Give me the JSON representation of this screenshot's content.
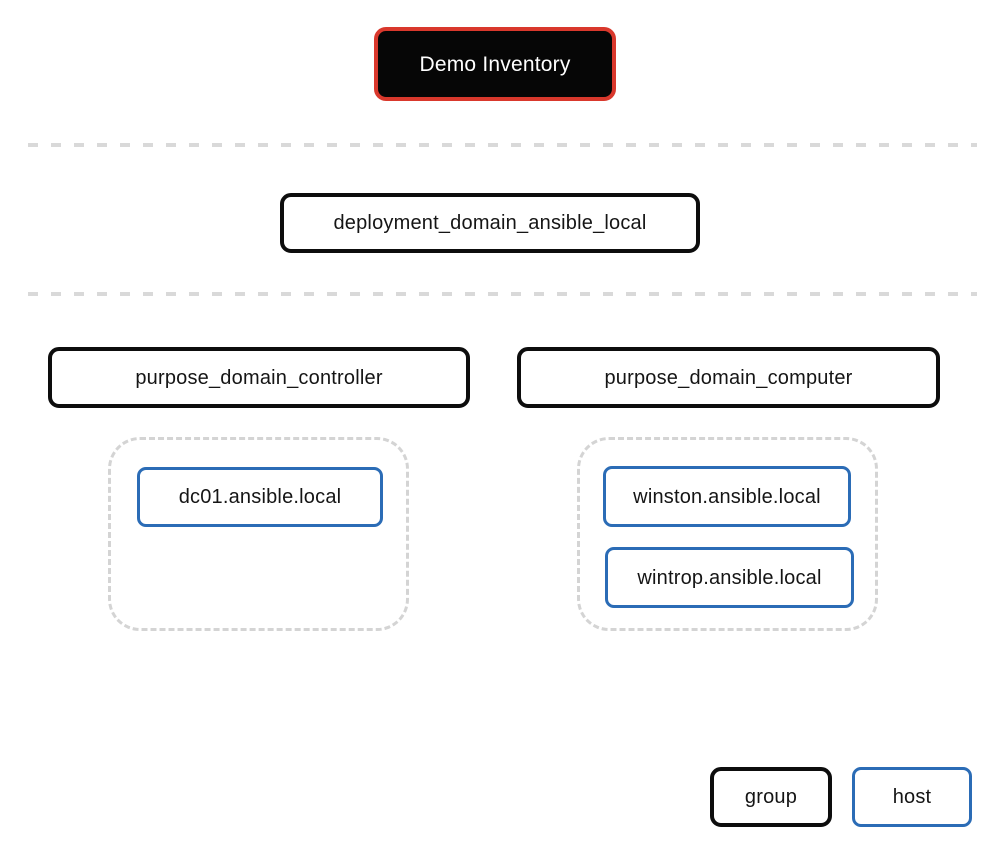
{
  "inventory": {
    "label": "Demo Inventory"
  },
  "tiers": {
    "deployment_group": {
      "label": "deployment_domain_ansible_local"
    },
    "purpose_groups": [
      {
        "label": "purpose_domain_controller",
        "hosts": [
          {
            "label": "dc01.ansible.local"
          }
        ]
      },
      {
        "label": "purpose_domain_computer",
        "hosts": [
          {
            "label": "winston.ansible.local"
          },
          {
            "label": "wintrop.ansible.local"
          }
        ]
      }
    ]
  },
  "legend": {
    "group": {
      "label": "group"
    },
    "host": {
      "label": "host"
    }
  },
  "colors": {
    "inventory_border": "#d9382c",
    "inventory_background": "#060606",
    "inventory_text": "#ffffff",
    "group_border": "#0d0d0d",
    "host_border": "#2b6cb6",
    "separator_dash": "#d9d9d9",
    "container_dash": "#d4d4d4",
    "text": "#151515",
    "background": "#ffffff"
  }
}
